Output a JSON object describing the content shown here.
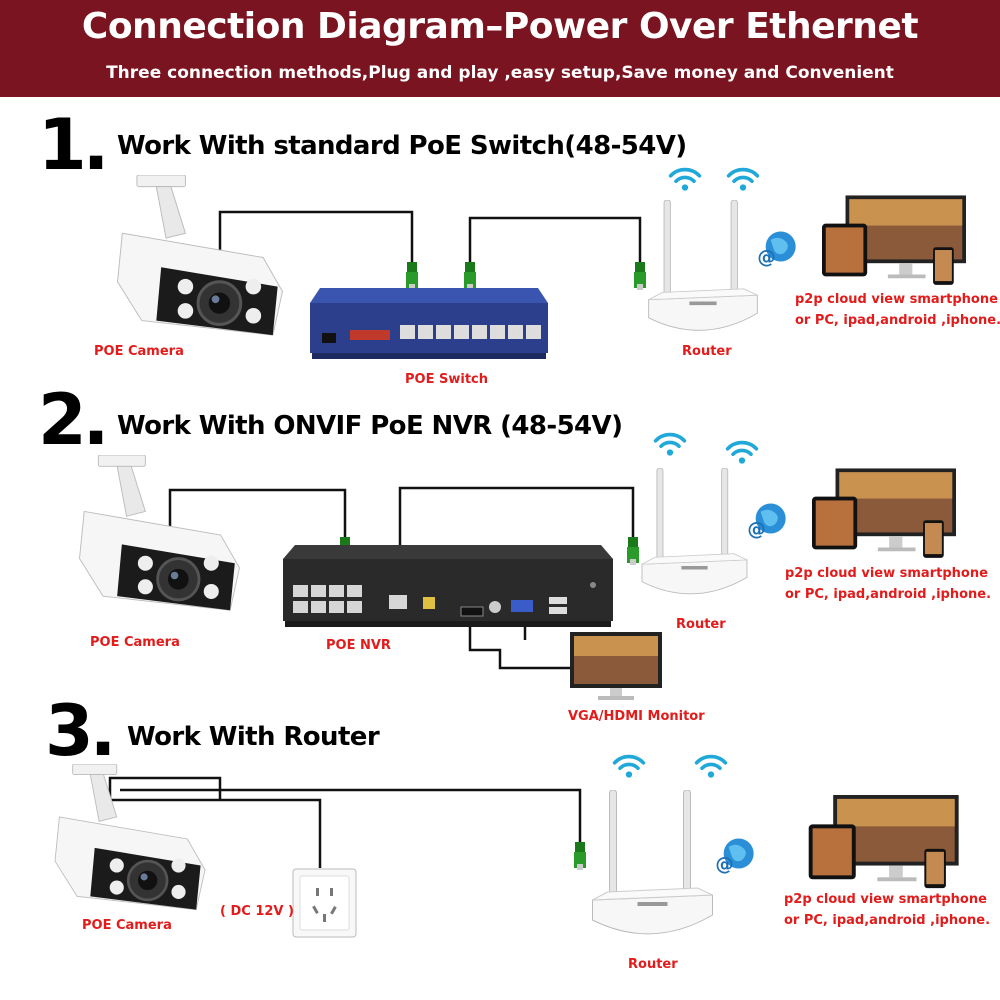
{
  "header": {
    "title": "Connection Diagram–Power Over Ethernet",
    "subtitle": "Three connection methods,Plug and play ,easy setup,Save money and Convenient"
  },
  "sections": [
    {
      "number": "1.",
      "heading": "Work With standard PoE Switch(48-54V)",
      "labels": {
        "camera": "POE Camera",
        "switch": "POE Switch",
        "router": "Router",
        "cloud_line1": "p2p cloud view smartphone",
        "cloud_line2": "or PC, ipad,android ,iphone."
      }
    },
    {
      "number": "2.",
      "heading": "Work With ONVIF PoE NVR (48-54V)",
      "labels": {
        "camera": "POE Camera",
        "nvr": "POE NVR",
        "router": "Router",
        "monitor": "VGA/HDMI Monitor",
        "cloud_line1": "p2p cloud view smartphone",
        "cloud_line2": "or PC, ipad,android ,iphone."
      }
    },
    {
      "number": "3.",
      "heading": "Work With Router",
      "labels": {
        "camera": "POE Camera",
        "power": "( DC 12V )",
        "router": "Router",
        "cloud_line1": "p2p cloud view smartphone",
        "cloud_line2": "or PC, ipad,android ,iphone."
      }
    }
  ],
  "colors": {
    "banner": "#7a1420",
    "label_red": "#e21b1b",
    "switch_blue": "#2b3f8c",
    "nvr_dark": "#2a2a2a",
    "wifi_cyan": "#1fa8d8"
  }
}
